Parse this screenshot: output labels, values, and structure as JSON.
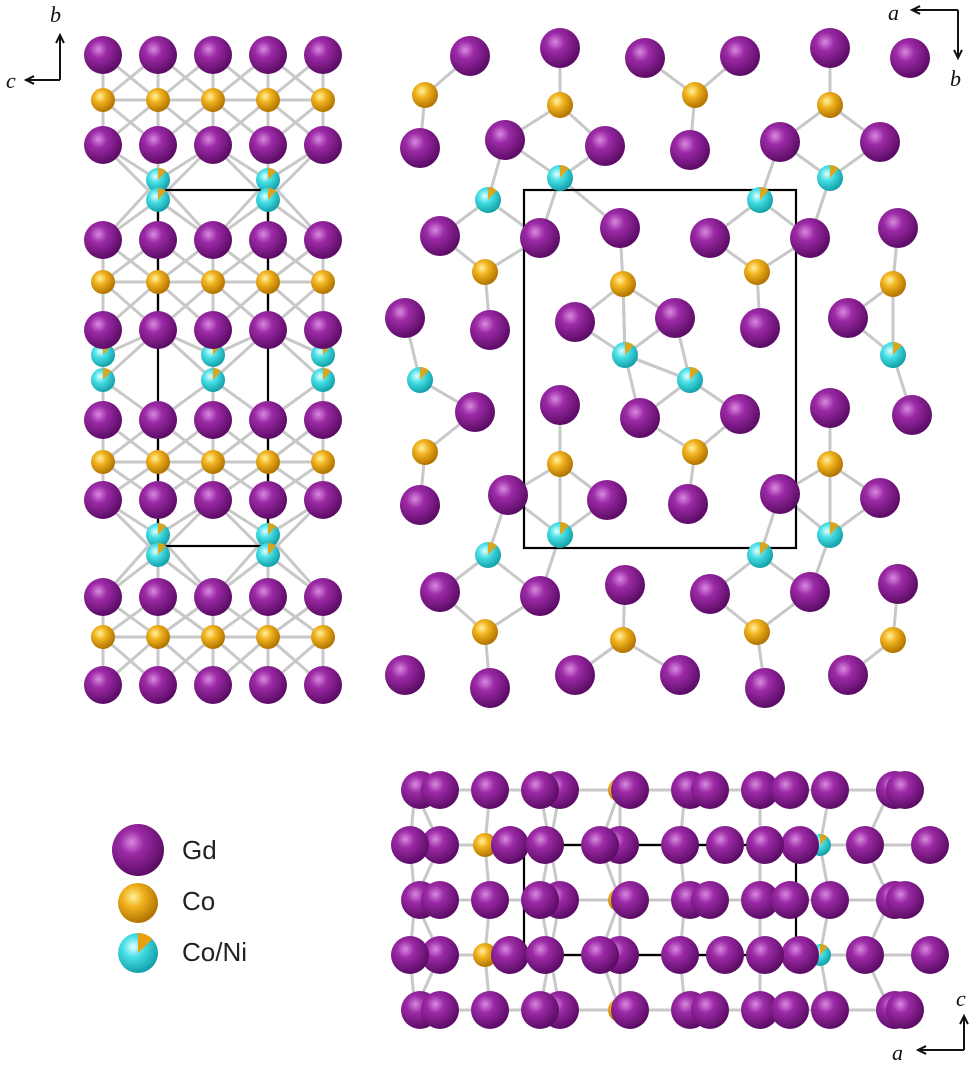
{
  "legend": {
    "items": [
      {
        "label": "Gd",
        "color": "#8a1a94",
        "icon": "gd-atom-icon"
      },
      {
        "label": "Co",
        "color": "#e8a10c",
        "icon": "co-atom-icon"
      },
      {
        "label": "Co/Ni",
        "color": "#3fd7de",
        "icon": "coni-atom-icon"
      }
    ]
  },
  "axes": {
    "left": {
      "horizontal": "c",
      "vertical": "b"
    },
    "top_right": {
      "horizontal": "a",
      "vertical": "b"
    },
    "bottom_right": {
      "horizontal": "a",
      "vertical": "c"
    }
  },
  "colors": {
    "gd": "#8a1a94",
    "co": "#e8a10c",
    "coni": "#3fd7de",
    "bond": "#c8c8c8",
    "cell": "#000000"
  }
}
